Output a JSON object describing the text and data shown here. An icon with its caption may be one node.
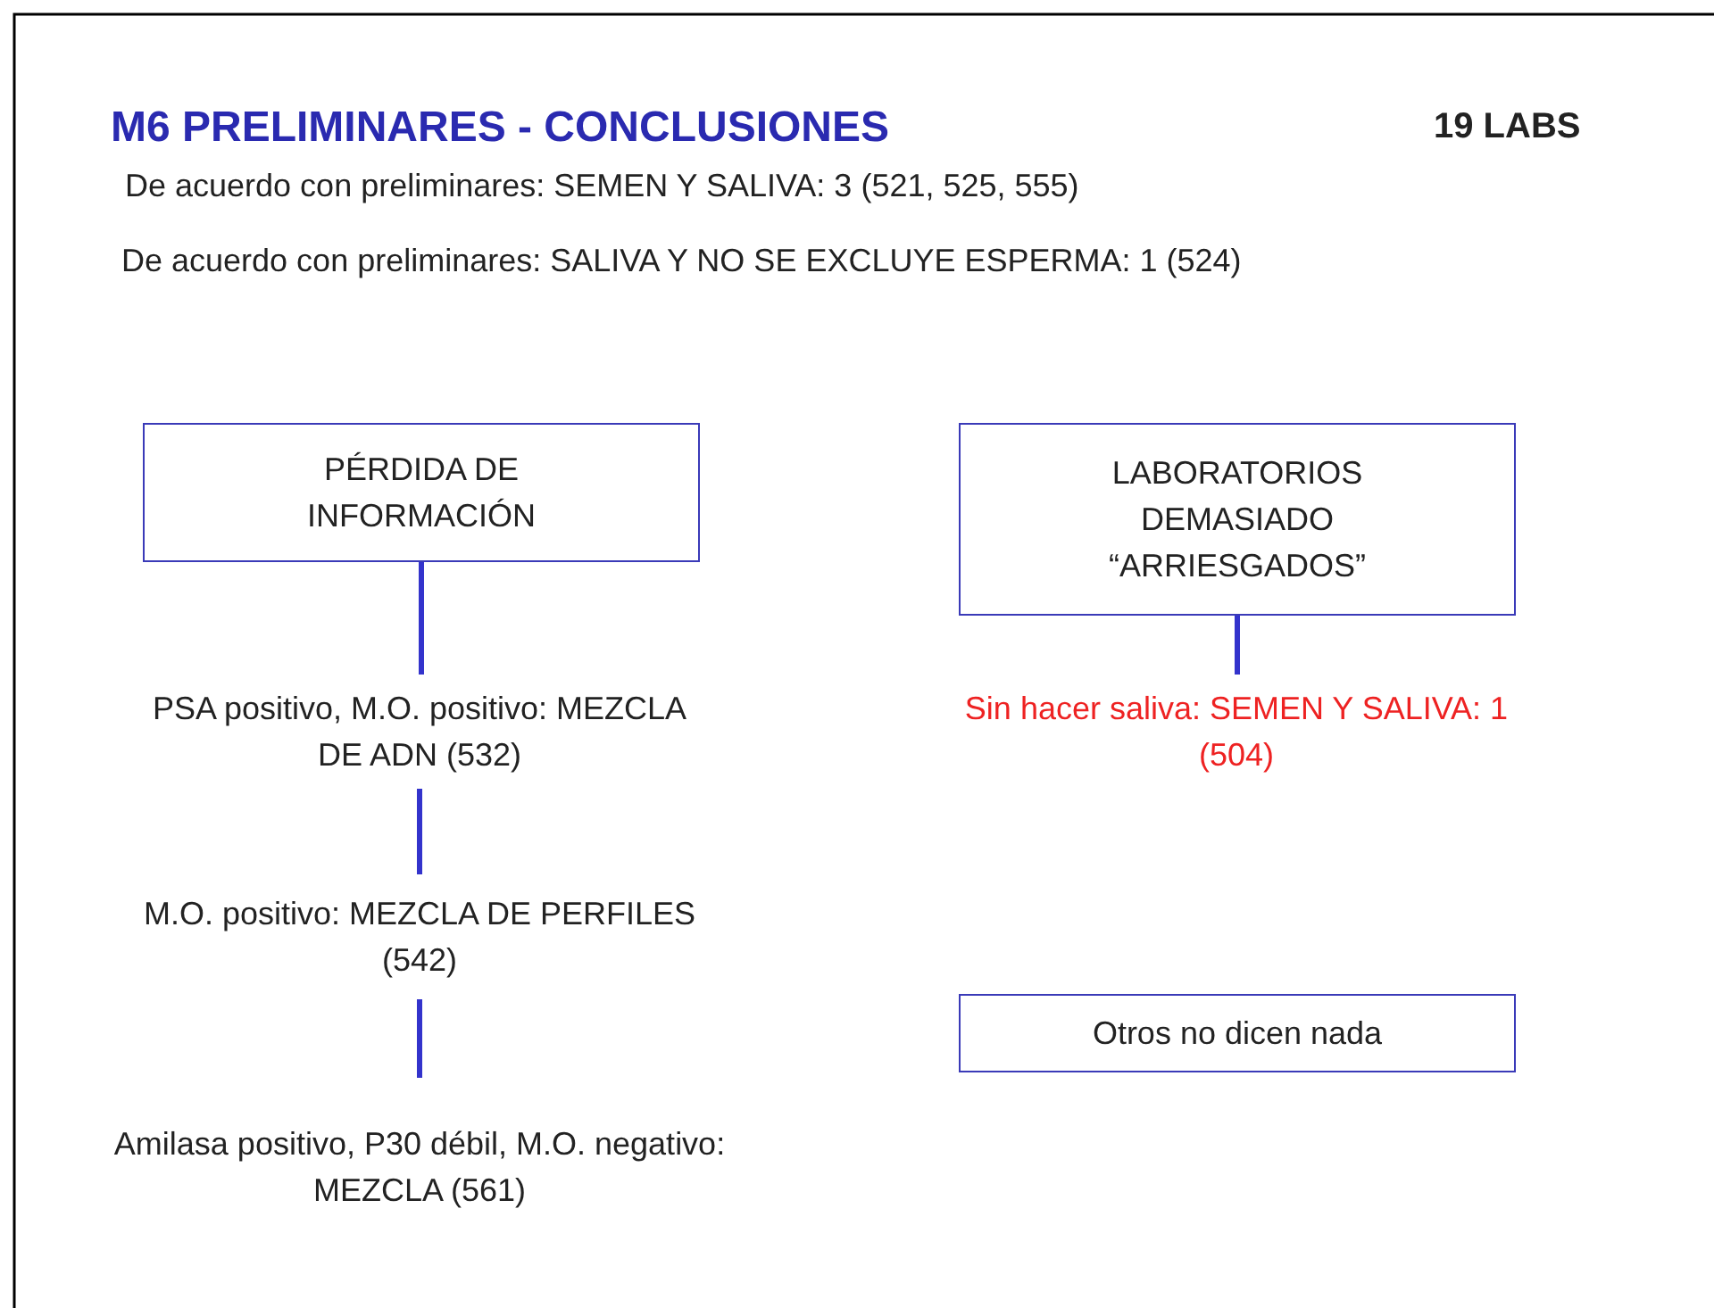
{
  "diagram": {
    "title": "M6 PRELIMINARES - CONCLUSIONES",
    "nodes": [
      {
        "text": [
          "PÉRDIDA DE INFORMACIÓN"
        ]
      },
      {
        "text": [
          "LABORATORIOS DEMASIADO “ARRIESGADOS”"
        ]
      },
      {
        "text": [
          "PSA positivo, M.O. positivo: MEZCLA DE ADN (532)"
        ]
      },
      {
        "text": [
          "Sin hacer saliva: SEMEN Y SALIVA: 1 (504)"
        ]
      },
      {
        "text": [
          "M.O. positivo: MEZCLA DE PERFILES (542)"
        ]
      },
      {
        "text": [
          "Amilasa positivo, P30 débil, M.O. negativo: MEZCLA (561)"
        ]
      },
      {
        "text": [
          "Otros no dicen nada"
        ]
      }
    ],
    "edges": [
      {
        "from": 0,
        "to": 2,
        "arrow": "none"
      },
      {
        "from": 2,
        "to": 4,
        "arrow": "none"
      },
      {
        "from": 4,
        "to": 5,
        "arrow": "none"
      },
      {
        "from": 1,
        "to": 3,
        "arrow": "none"
      }
    ],
    "labels": [
      "19 LABS",
      "De acuerdo con preliminares: SEMEN Y SALIVA: 3 (521, 525, 555)",
      "De acuerdo con preliminares: SALIVA Y NO SE EXCLUYE ESPERMA: 1 (524)"
    ]
  }
}
